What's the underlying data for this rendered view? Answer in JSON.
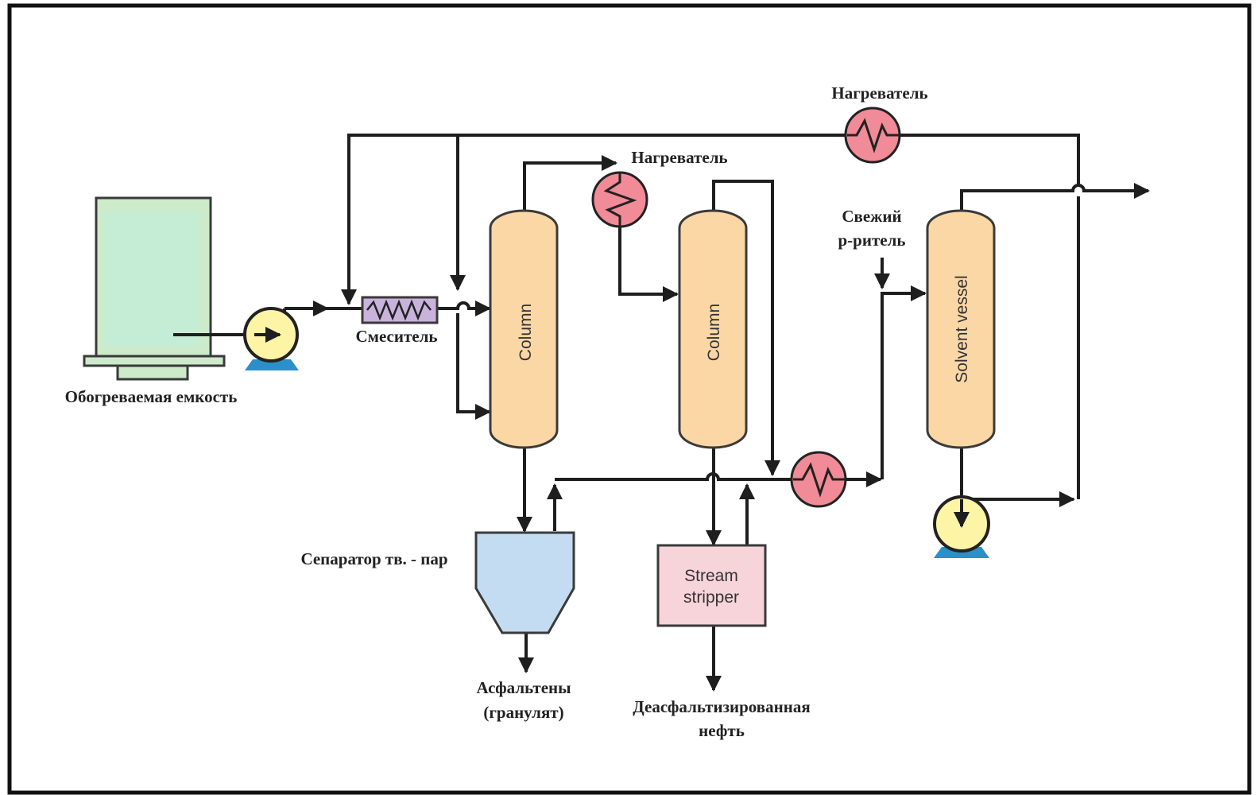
{
  "labels": {
    "heated_tank": "Обогреваемая емкость",
    "mixer": "Смеситель",
    "heater_top": "Нагреватель",
    "heater_mid": "Нагреватель",
    "fresh_solvent_line1": "Свежий",
    "fresh_solvent_line2": "р-ритель",
    "separator": "Сепаратор тв. - пар",
    "asphaltenes_line1": "Асфальтены",
    "asphaltenes_line2": "(гранулят)",
    "deasphalted_line1": "Деасфальтизированная",
    "deasphalted_line2": "нефть"
  },
  "equipment": {
    "column1": "Column",
    "column2": "Column",
    "solvent_vessel": "Solvent vessel",
    "stripper_line1": "Stream",
    "stripper_line2": "stripper"
  },
  "colors": {
    "column_fill": "#fbd7a5",
    "heater_fill": "#f08b97",
    "pump_fill": "#fdf4a6",
    "pump_base": "#2b8fc9",
    "tank_fill": "#cdeacb",
    "tank_inner": "#c5ecd4",
    "mixer_fill": "#c9b3dd",
    "separator_fill": "#c3dcf2",
    "stripper_fill": "#f7d4da",
    "pipe": "#1e1e1e",
    "frame": "#111111"
  }
}
